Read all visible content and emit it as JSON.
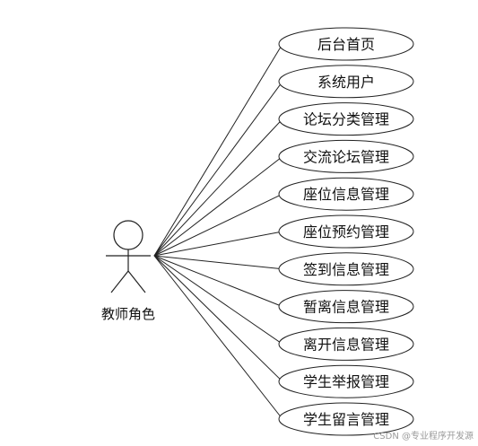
{
  "actor": {
    "name": "教师角色"
  },
  "use_cases": [
    "后台首页",
    "系统用户",
    "论坛分类管理",
    "交流论坛管理",
    "座位信息管理",
    "座位预约管理",
    "签到信息管理",
    "暂离信息管理",
    "离开信息管理",
    "学生举报管理",
    "学生留言管理"
  ],
  "watermark": "CSDN @专业程序开发源"
}
